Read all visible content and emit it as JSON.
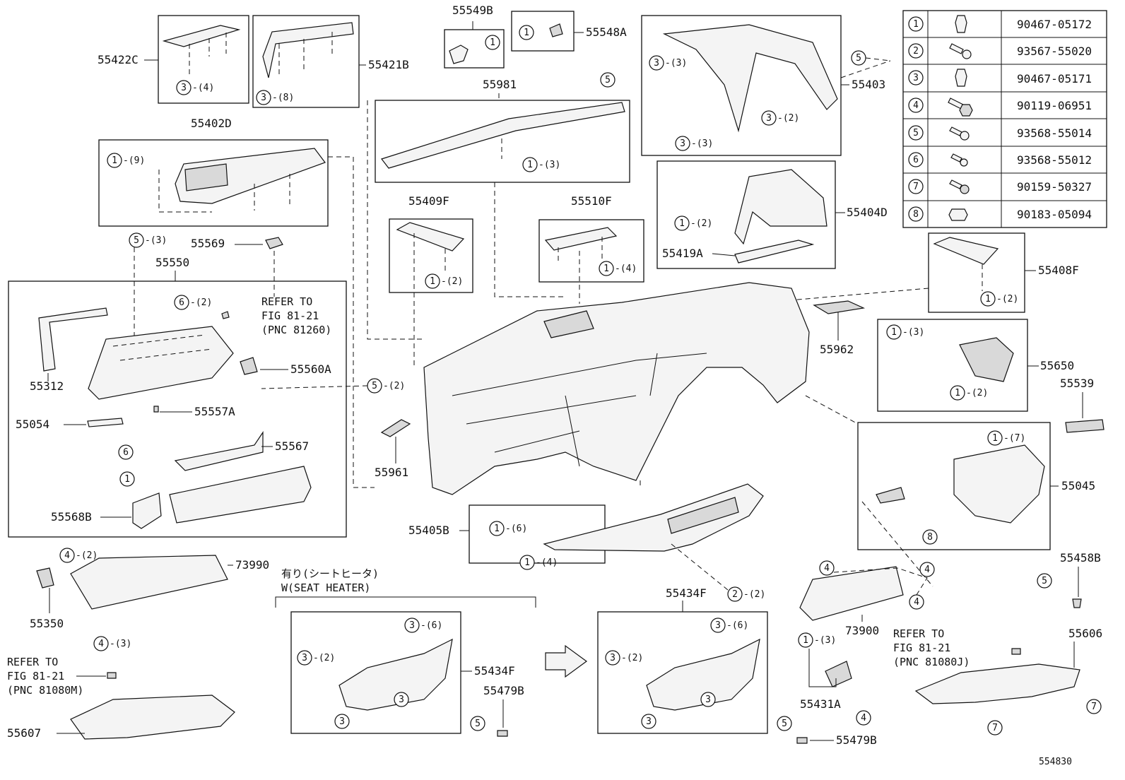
{
  "diagram_code": "554830",
  "fastener_table": [
    {
      "n": "1",
      "pn": "90467-05172",
      "icon": "clip-icon"
    },
    {
      "n": "2",
      "pn": "93567-55020",
      "icon": "screw-icon"
    },
    {
      "n": "3",
      "pn": "90467-05171",
      "icon": "clip-icon"
    },
    {
      "n": "4",
      "pn": "90119-06951",
      "icon": "bolt-icon"
    },
    {
      "n": "5",
      "pn": "93568-55014",
      "icon": "screw-icon"
    },
    {
      "n": "6",
      "pn": "93568-55012",
      "icon": "screw-icon"
    },
    {
      "n": "7",
      "pn": "90159-50327",
      "icon": "screw-icon"
    },
    {
      "n": "8",
      "pn": "90183-05094",
      "icon": "nut-clip-icon"
    }
  ],
  "parts": {
    "p55422C": "55422C",
    "p55421B": "55421B",
    "p55549B": "55549B",
    "p55548A": "55548A",
    "p55981": "55981",
    "p55403": "55403",
    "p55402D": "55402D",
    "p55404D": "55404D",
    "p55419A": "55419A",
    "p55409F": "55409F",
    "p55510F": "55510F",
    "p55408F": "55408F",
    "p55569": "55569",
    "p55550": "55550",
    "p55312": "55312",
    "p55560A": "55560A",
    "p55557A": "55557A",
    "p55054": "55054",
    "p55567": "55567",
    "p55568B": "55568B",
    "p55962": "55962",
    "p55650": "55650",
    "p55539": "55539",
    "p55961": "55961",
    "p55045": "55045",
    "p55405B": "55405B",
    "p55458B": "55458B",
    "p73990": "73990",
    "p55350": "55350",
    "p55434F_top": "55434F",
    "p55434F_left": "55434F",
    "p55479B_left": "55479B",
    "p55479B_right": "55479B",
    "p73900": "73900",
    "p55606": "55606",
    "p55431A": "55431A",
    "p55607": "55607"
  },
  "callouts": {
    "c1": "1",
    "c2": "2",
    "c3": "3",
    "c4": "4",
    "c5": "5",
    "c6": "6",
    "c7": "7",
    "c8": "8",
    "q2": "-(2)",
    "q3": "-(3)",
    "q4": "-(4)",
    "q6": "-(6)",
    "q7": "-(7)",
    "q8": "-(8)",
    "q9": "-(9)"
  },
  "notes": {
    "refer_to": "REFER TO",
    "fig_81_21": "FIG 81-21",
    "pnc_81260": "(PNC 81260)",
    "pnc_81080J": "(PNC 81080J)",
    "pnc_81080M": "(PNC 81080M)",
    "seat_heater_jp": "有り(シートヒータ)",
    "seat_heater_en": "W(SEAT HEATER)"
  }
}
